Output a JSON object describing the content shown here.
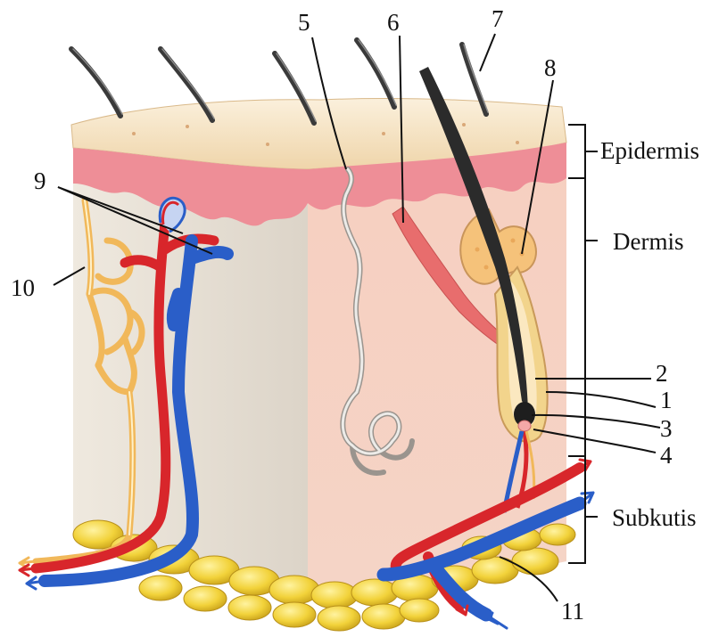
{
  "layers": {
    "epidermis": "Epidermis",
    "dermis": "Dermis",
    "subkutis": "Subkutis"
  },
  "callouts": {
    "n1": "1",
    "n2": "2",
    "n3": "3",
    "n4": "4",
    "n5": "5",
    "n6": "6",
    "n7": "7",
    "n8": "8",
    "n9": "9",
    "n10": "10",
    "n11": "11"
  },
  "colors": {
    "epidermis_surface": "#f6e2c2",
    "epidermis_pink": "#ee8e97",
    "dermis": "#f7d6c8",
    "dermis_side": "#e8e2d8",
    "fat": "#f2d23a",
    "artery": "#d8262b",
    "vein": "#2a5ec8",
    "nerve": "#f1b85a",
    "hair": "#3a3a3a",
    "sweat_gland": "#c9c4be"
  }
}
